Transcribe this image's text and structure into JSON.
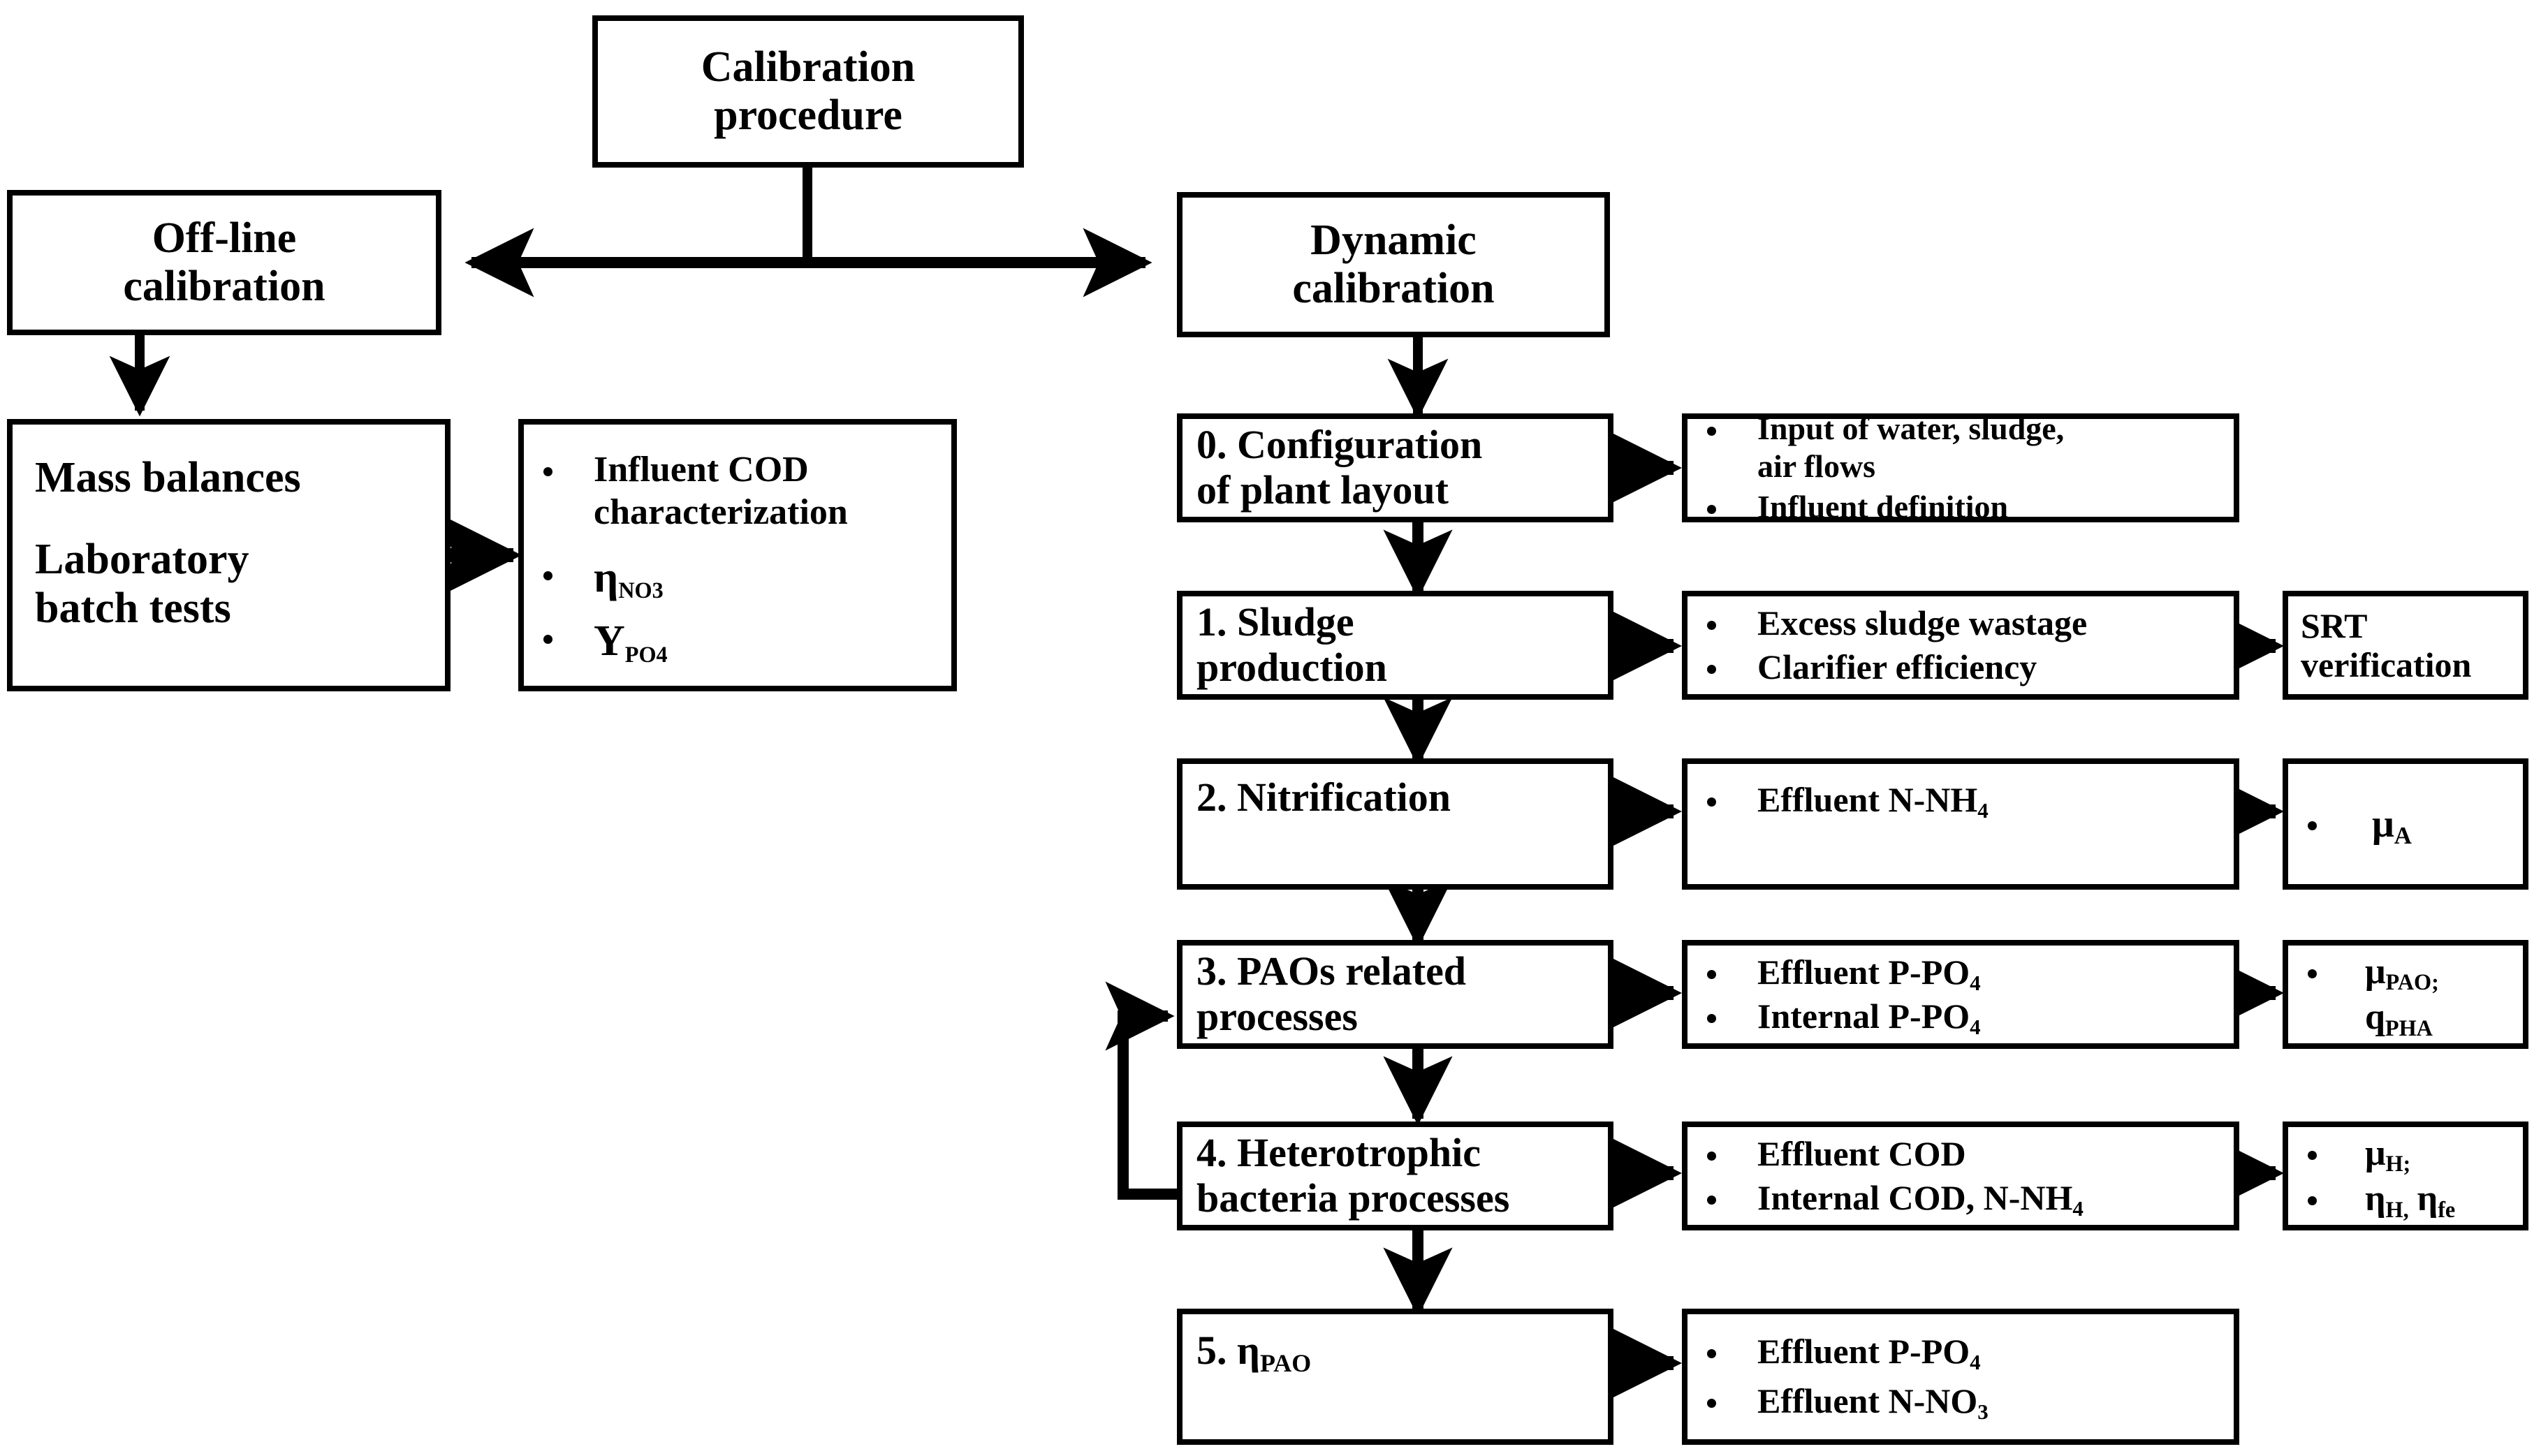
{
  "diagram": {
    "title_box": {
      "lines": [
        "Calibration",
        "procedure"
      ]
    },
    "offline_box": {
      "lines": [
        "Off-line",
        "calibration"
      ]
    },
    "dynamic_box": {
      "lines": [
        "Dynamic",
        "calibration"
      ]
    },
    "mass_balances_box": {
      "lines": [
        "Mass balances",
        "Laboratory",
        "batch tests"
      ]
    },
    "offline_outputs_box": {
      "bullets": [
        "Influent COD characterization",
        "ηNO3",
        "YPO4"
      ],
      "bullets_rich": [
        {
          "text": "Influent COD",
          "text2": "characterization",
          "sub": ""
        },
        {
          "base": "η",
          "sub": "NO3"
        },
        {
          "base": "Y",
          "sub": "PO4"
        }
      ]
    },
    "steps": [
      {
        "id": "step-0",
        "lines": [
          "0. Configuration",
          "of plant layout"
        ],
        "outputs": [
          "Input of water, sludge,",
          "air flows",
          "Influent definition"
        ],
        "params": []
      },
      {
        "id": "step-1",
        "lines": [
          "1. Sludge",
          "production"
        ],
        "outputs": [
          "Excess sludge wastage",
          "Clarifier efficiency"
        ],
        "params": [
          "SRT verification"
        ]
      },
      {
        "id": "step-2",
        "lines": [
          "2. Nitrification"
        ],
        "outputs": [
          "Effluent N-NH4"
        ],
        "params": [
          "μA"
        ]
      },
      {
        "id": "step-3",
        "lines": [
          "3. PAOs related",
          "processes"
        ],
        "outputs": [
          "Effluent P-PO4",
          "Internal P-PO4"
        ],
        "params": [
          "μPAO;",
          "qPHA"
        ]
      },
      {
        "id": "step-4",
        "lines": [
          "4. Heterotrophic",
          "bacteria processes"
        ],
        "outputs": [
          "Effluent COD",
          "Internal COD, N-NH4"
        ],
        "params": [
          "μH;",
          "ηH, ηfe"
        ]
      },
      {
        "id": "step-5",
        "lines": [
          "5. ηPAO"
        ],
        "outputs": [
          "Effluent P-PO4",
          "Effluent N-NO3"
        ],
        "params": []
      }
    ],
    "labels": {
      "step0_line1": "0. Configuration",
      "step0_line2": "of plant layout",
      "step0_out1a": "Input of water, sludge,",
      "step0_out1b": "air flows",
      "step0_out2": "Influent definition",
      "step1_line1": "1. Sludge",
      "step1_line2": "production",
      "step1_out1": "Excess sludge wastage",
      "step1_out2": "Clarifier efficiency",
      "step1_param1": "SRT",
      "step1_param2": "verification",
      "step2_line1": "2. Nitrification",
      "step2_out1_base": "Effluent N-NH",
      "step2_out1_sub": "4",
      "step2_param_base": "μ",
      "step2_param_sub": "A",
      "step3_line1": "3. PAOs related",
      "step3_line2": "processes",
      "step3_out1_base": "Effluent P-PO",
      "step3_out1_sub": "4",
      "step3_out2_base": "Internal P-PO",
      "step3_out2_sub": "4",
      "step3_param1_base": "μ",
      "step3_param1_sub": "PAO;",
      "step3_param2_base": "q",
      "step3_param2_sub": "PHA",
      "step4_line1": "4. Heterotrophic",
      "step4_line2": "bacteria processes",
      "step4_out1": "Effluent COD",
      "step4_out2_base": "Internal COD, N-NH",
      "step4_out2_sub": "4",
      "step4_param1_base": "μ",
      "step4_param1_sub": "H;",
      "step4_param2_base": "η",
      "step4_param2_sub": "H,",
      "step4_param2_base2": "η",
      "step4_param2_sub2": "fe",
      "step5_line1_base": "5. η",
      "step5_line1_sub": "PAO",
      "step5_out1_base": "Effluent P-PO",
      "step5_out1_sub": "4",
      "step5_out2_base": "Effluent N-NO",
      "step5_out2_sub": "3",
      "offline_out1a": "Influent COD",
      "offline_out1b": "characterization",
      "offline_out2_base": "η",
      "offline_out2_sub": "NO3",
      "offline_out3_base": "Y",
      "offline_out3_sub": "PO4",
      "mass_line1": "Mass balances",
      "mass_line2": "Laboratory",
      "mass_line3": "batch tests",
      "title_line1": "Calibration",
      "title_line2": "procedure",
      "offline_line1": "Off-line",
      "offline_line2": "calibration",
      "dynamic_line1": "Dynamic",
      "dynamic_line2": "calibration"
    },
    "colors": {
      "stroke": "#000000",
      "fill": "#ffffff"
    }
  }
}
